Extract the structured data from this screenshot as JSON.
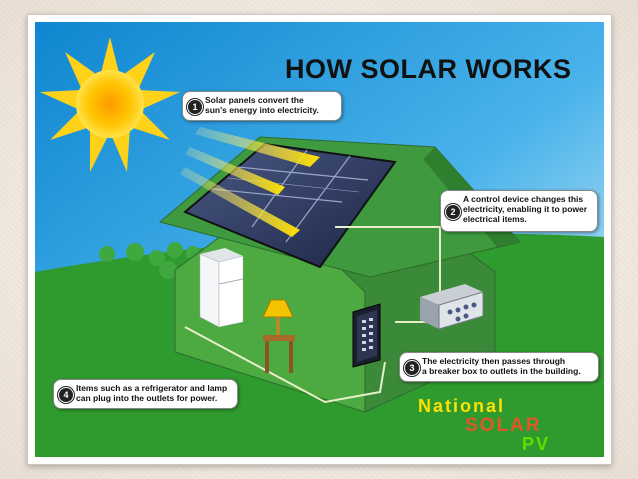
{
  "title": "HOW SOLAR WORKS",
  "steps": [
    {
      "num": "1",
      "line1": "Solar panels convert the",
      "line2": "sun's energy into electricity."
    },
    {
      "num": "2",
      "line1": "A control device changes this",
      "line2": "electricity, enabling it to power",
      "line3": "electrical items."
    },
    {
      "num": "3",
      "line1": "The electricity then passes through",
      "line2": "a breaker box to outlets in the building."
    },
    {
      "num": "4",
      "line1": "Items such as a refrigerator and lamp",
      "line2": "can plug into the outlets for power."
    }
  ],
  "brand": {
    "word1": "National",
    "word2": "SOLAR",
    "word3": "PV"
  },
  "colors": {
    "sky": "#1f93d6",
    "grass": "#2f9b2f",
    "house": "#3a8a3a",
    "roof": "#3f9a3f",
    "sun": "#ffd21a",
    "brand_yellow": "#ffe000",
    "brand_red": "#e2562a",
    "brand_green": "#5fe000"
  }
}
